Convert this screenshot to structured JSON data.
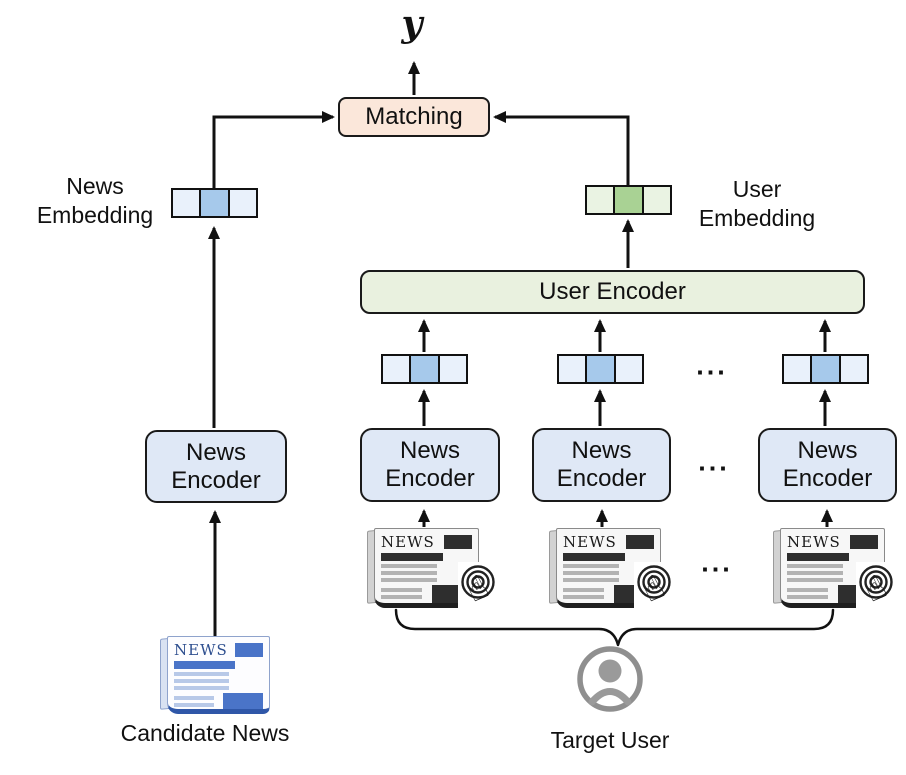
{
  "output": {
    "label": "y"
  },
  "matching": {
    "label": "Matching",
    "fill": "#FBE7DA"
  },
  "news_embedding": {
    "label_line1": "News",
    "label_line2": "Embedding",
    "cell_colors": [
      "#E9F1FB",
      "#A6C9EB",
      "#E9F1FB"
    ]
  },
  "user_embedding": {
    "label_line1": "User",
    "label_line2": "Embedding",
    "cell_colors": [
      "#EAF3E3",
      "#A9D294",
      "#EAF3E3"
    ]
  },
  "user_encoder": {
    "label": "User Encoder",
    "fill": "#E9F1DF"
  },
  "candidate_branch": {
    "news_encoder_label": "News Encoder",
    "candidate_news_label": "Candidate News"
  },
  "clicked_news_branch": {
    "news_encoder_labels": [
      "News Encoder",
      "News Encoder",
      "News Encoder"
    ],
    "ellipsis": "...",
    "target_user_label": "Target User",
    "embedding_cell_colors": [
      "#E9F1FB",
      "#A6C9EB",
      "#E9F1FB"
    ]
  },
  "newspaper_icon": {
    "masthead": "NEWS"
  },
  "colors": {
    "matching_fill": "#FBE7DA",
    "user_encoder_fill": "#E9F1DF",
    "news_encoder_fill": "#DFE8F6",
    "arrow_black": "#111111",
    "candidate_news_blue": "#4A74C8",
    "person_gray": "#9A9A9A"
  }
}
